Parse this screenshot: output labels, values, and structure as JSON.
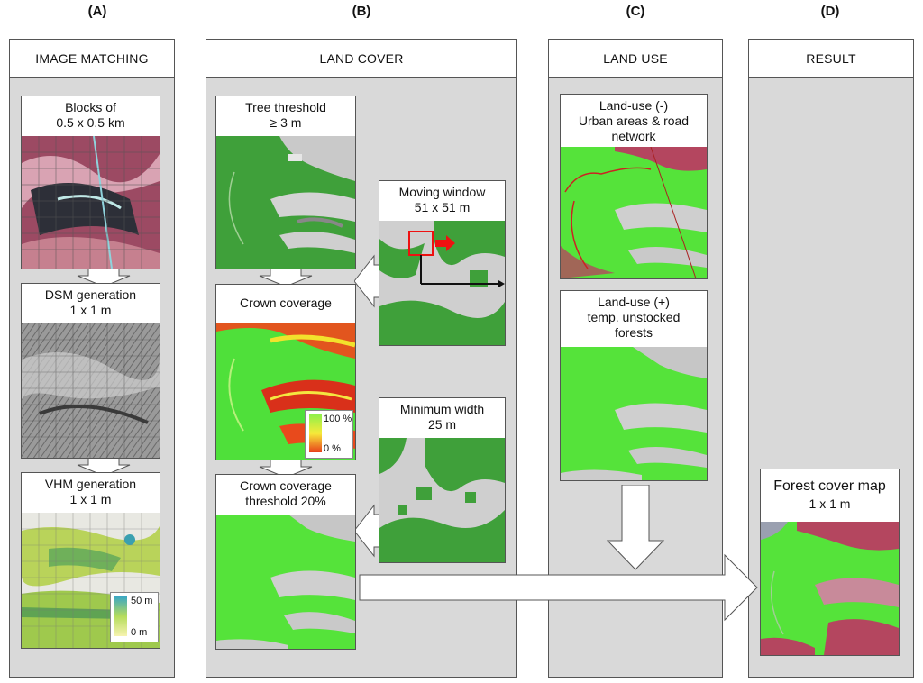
{
  "columns": [
    {
      "letter": "(A)",
      "header": "IMAGE MATCHING"
    },
    {
      "letter": "(B)",
      "header": "LAND COVER"
    },
    {
      "letter": "(C)",
      "header": "LAND USE"
    },
    {
      "letter": "(D)",
      "header": "RESULT"
    }
  ],
  "panels": {
    "blocks": {
      "line1": "Blocks of",
      "line2": "0.5 x 0.5 km"
    },
    "dsm": {
      "line1": "DSM generation",
      "line2": "1 x 1 m"
    },
    "vhm": {
      "line1": "VHM generation",
      "line2": "1 x 1 m",
      "legend_max": "50 m",
      "legend_min": "0 m"
    },
    "tree": {
      "line1": "Tree threshold",
      "line2": "≥ 3 m"
    },
    "crown": {
      "line1": "Crown coverage",
      "legend_max": "100 %",
      "legend_min": "0 %"
    },
    "crown_thr": {
      "line1": "Crown coverage",
      "line2": "threshold 20%"
    },
    "moving": {
      "line1": "Moving window",
      "line2": "51 x 51 m"
    },
    "minwidth": {
      "line1": "Minimum width",
      "line2": "25 m"
    },
    "landuse_minus": {
      "line1": "Land-use (-)",
      "line2": "Urban areas & road",
      "line3": "network"
    },
    "landuse_plus": {
      "line1": "Land-use (+)",
      "line2": "temp. unstocked",
      "line3": "forests"
    },
    "forest_map": {
      "line1": "Forest cover map",
      "line2": "1 x 1 m"
    }
  },
  "colors": {
    "panel_bg": "#d9d9d9",
    "forest_green": "#55e33a",
    "dark_green": "#3e9a34",
    "urban_red": "#b4465f",
    "arrow_red": "#ee1111"
  }
}
